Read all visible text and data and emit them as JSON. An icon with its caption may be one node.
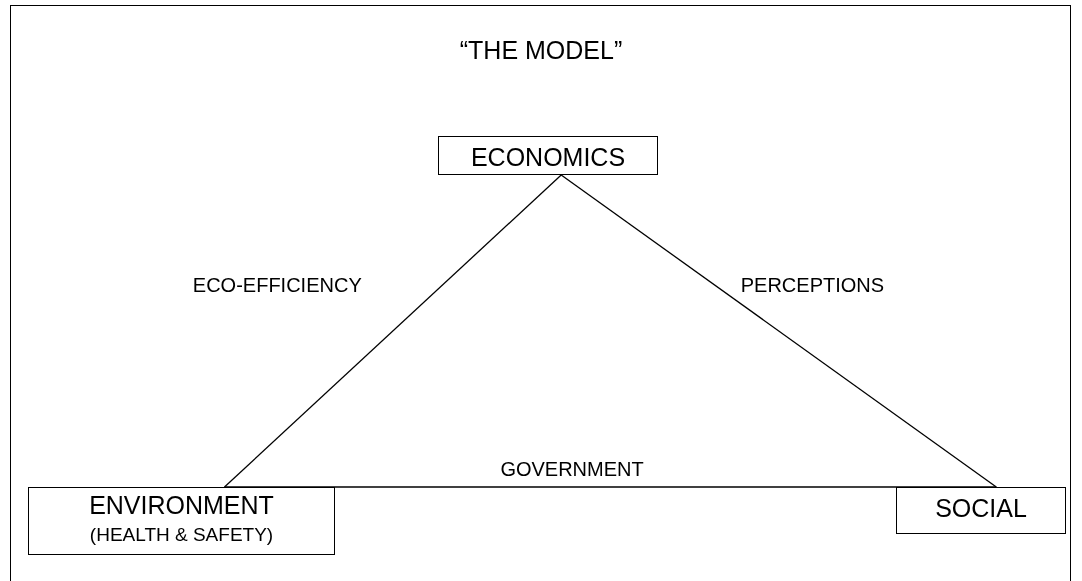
{
  "diagram": {
    "title": "“THE MODEL”",
    "nodes": [
      {
        "text": [
          "ECONOMICS"
        ]
      },
      {
        "text": [
          "ENVIRONMENT",
          "(HEALTH & SAFETY)"
        ]
      },
      {
        "text": [
          "SOCIAL"
        ]
      }
    ],
    "edges": [
      {
        "from": 0,
        "to": 1,
        "arrow": "none",
        "label": "ECO-EFFICIENCY"
      },
      {
        "from": 0,
        "to": 2,
        "arrow": "none",
        "label": "PERCEPTIONS"
      },
      {
        "from": 1,
        "to": 2,
        "arrow": "none",
        "label": "GOVERNMENT"
      }
    ]
  }
}
